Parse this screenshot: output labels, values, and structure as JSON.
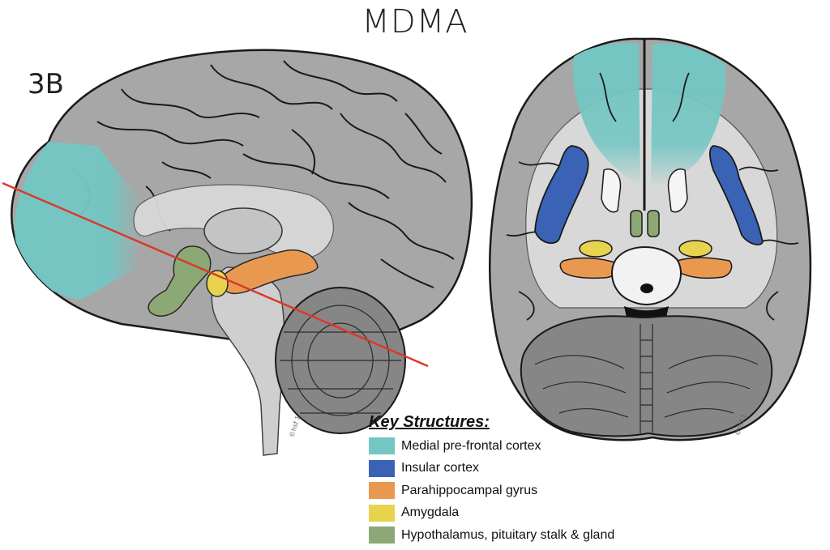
{
  "title": "MDMA",
  "panel_label": "3B",
  "signature": "©hsf 1",
  "legend": {
    "heading": "Key Structures:",
    "items": [
      {
        "label": "Medial pre-frontal cortex",
        "color": "#74c6c3"
      },
      {
        "label": "Insular cortex",
        "color": "#3a63b5"
      },
      {
        "label": "Parahippocampal gyrus",
        "color": "#e9994f"
      },
      {
        "label": "Amygdala",
        "color": "#e7d34e"
      },
      {
        "label": "Hypothalamus, pituitary stalk & gland",
        "color": "#8ca874"
      }
    ]
  },
  "colors": {
    "cortex": "#a7a7a7",
    "white_matter": "#d8d8d8",
    "cerebellum": "#868686",
    "section_line": "#d93a2b",
    "outline": "#1a1a1a"
  }
}
